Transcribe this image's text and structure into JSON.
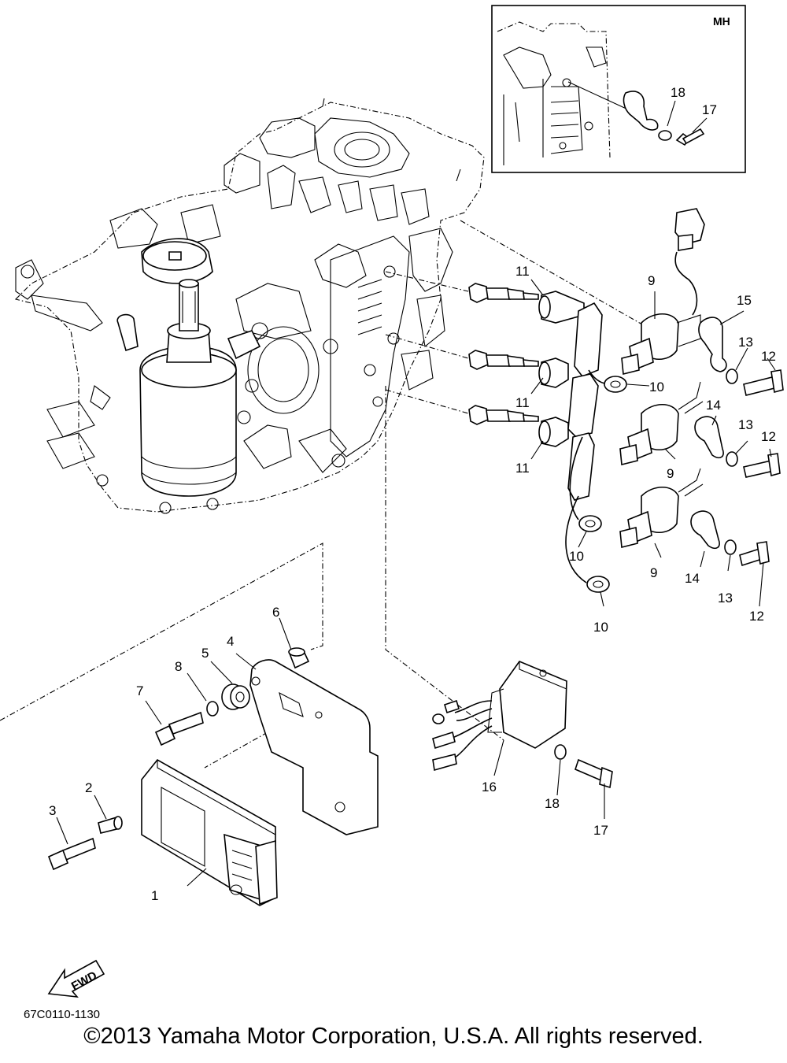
{
  "inset_label": "MH",
  "diagram_code": "67C0110-1130",
  "fwd_label": "FWD",
  "copyright": "©2013 Yamaha Motor Corporation, U.S.A. All rights reserved.",
  "part_numbers": [
    "1",
    "2",
    "3",
    "4",
    "5",
    "6",
    "7",
    "8",
    "9",
    "9",
    "9",
    "10",
    "10",
    "10",
    "11",
    "11",
    "11",
    "12",
    "12",
    "12",
    "13",
    "13",
    "13",
    "14",
    "14",
    "15",
    "16",
    "17",
    "17",
    "18",
    "18"
  ]
}
